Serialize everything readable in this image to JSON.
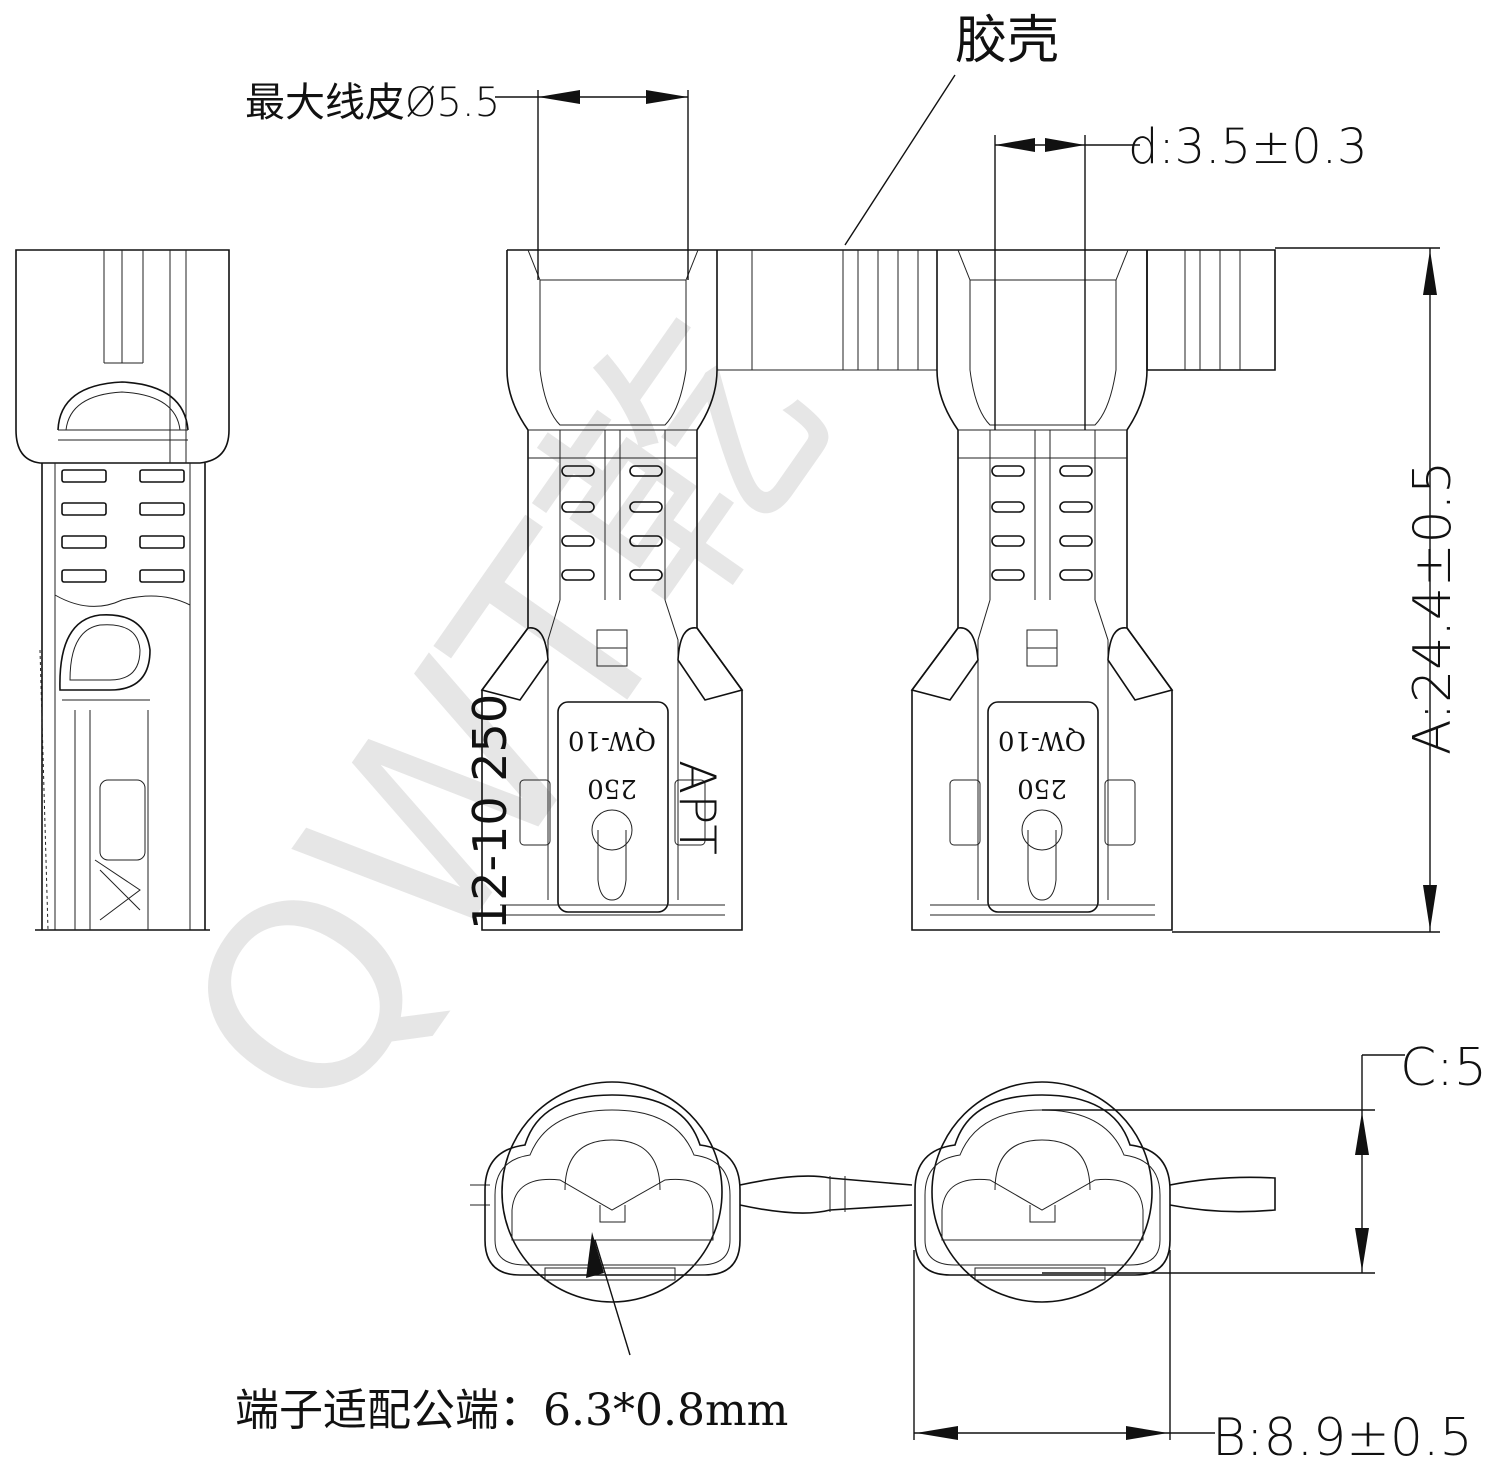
{
  "labels": {
    "housing": "胶壳",
    "max_insulation": "最大线皮Ø5.5",
    "dim_d": "d:3.5±0.3",
    "dim_a": "A:24.4±0.5",
    "dim_c": "C:5",
    "dim_b": "B:8.9±0.5",
    "terminal_fit": "端子适配公端：6.3*0.8mm"
  },
  "part_marks": {
    "side_code": "12-10 250",
    "brand": "APT",
    "model": "QW-10",
    "size": "250"
  },
  "watermark": "QWT乾"
}
